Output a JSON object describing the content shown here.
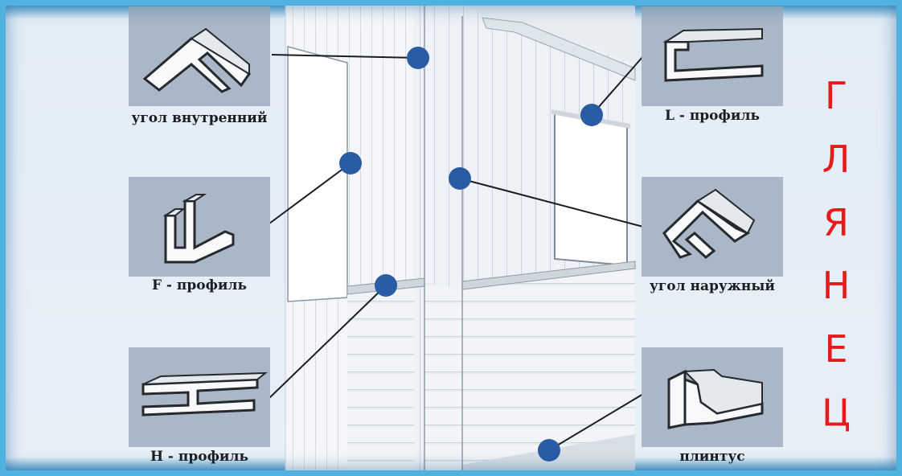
{
  "profiles": {
    "inner_corner": "угол внутренний",
    "f_profile": "F - профиль",
    "h_profile": "H - профиль",
    "l_profile": "L - профиль",
    "outer_corner": "угол наружный",
    "plinth": "плинтус"
  },
  "side_title_letters": [
    "Г",
    "Л",
    "Я",
    "Н",
    "Е",
    "Ц"
  ],
  "colors": {
    "marker": "#2a5ba5",
    "title_red": "#e61a1a",
    "tile": "#a9b7c6"
  }
}
